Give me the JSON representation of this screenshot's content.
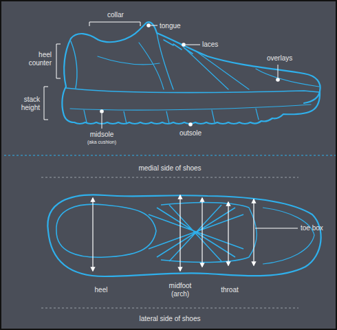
{
  "diagram": {
    "labels": [
      "collar",
      "tongue",
      "laces",
      "heel counter",
      "overlays",
      "stack height",
      "midsole",
      "(aka cushion)",
      "outsole",
      "medial side of shoes",
      "toe box",
      "heel",
      "midfoot (arch)",
      "throat",
      "lateral side of shoes"
    ]
  }
}
